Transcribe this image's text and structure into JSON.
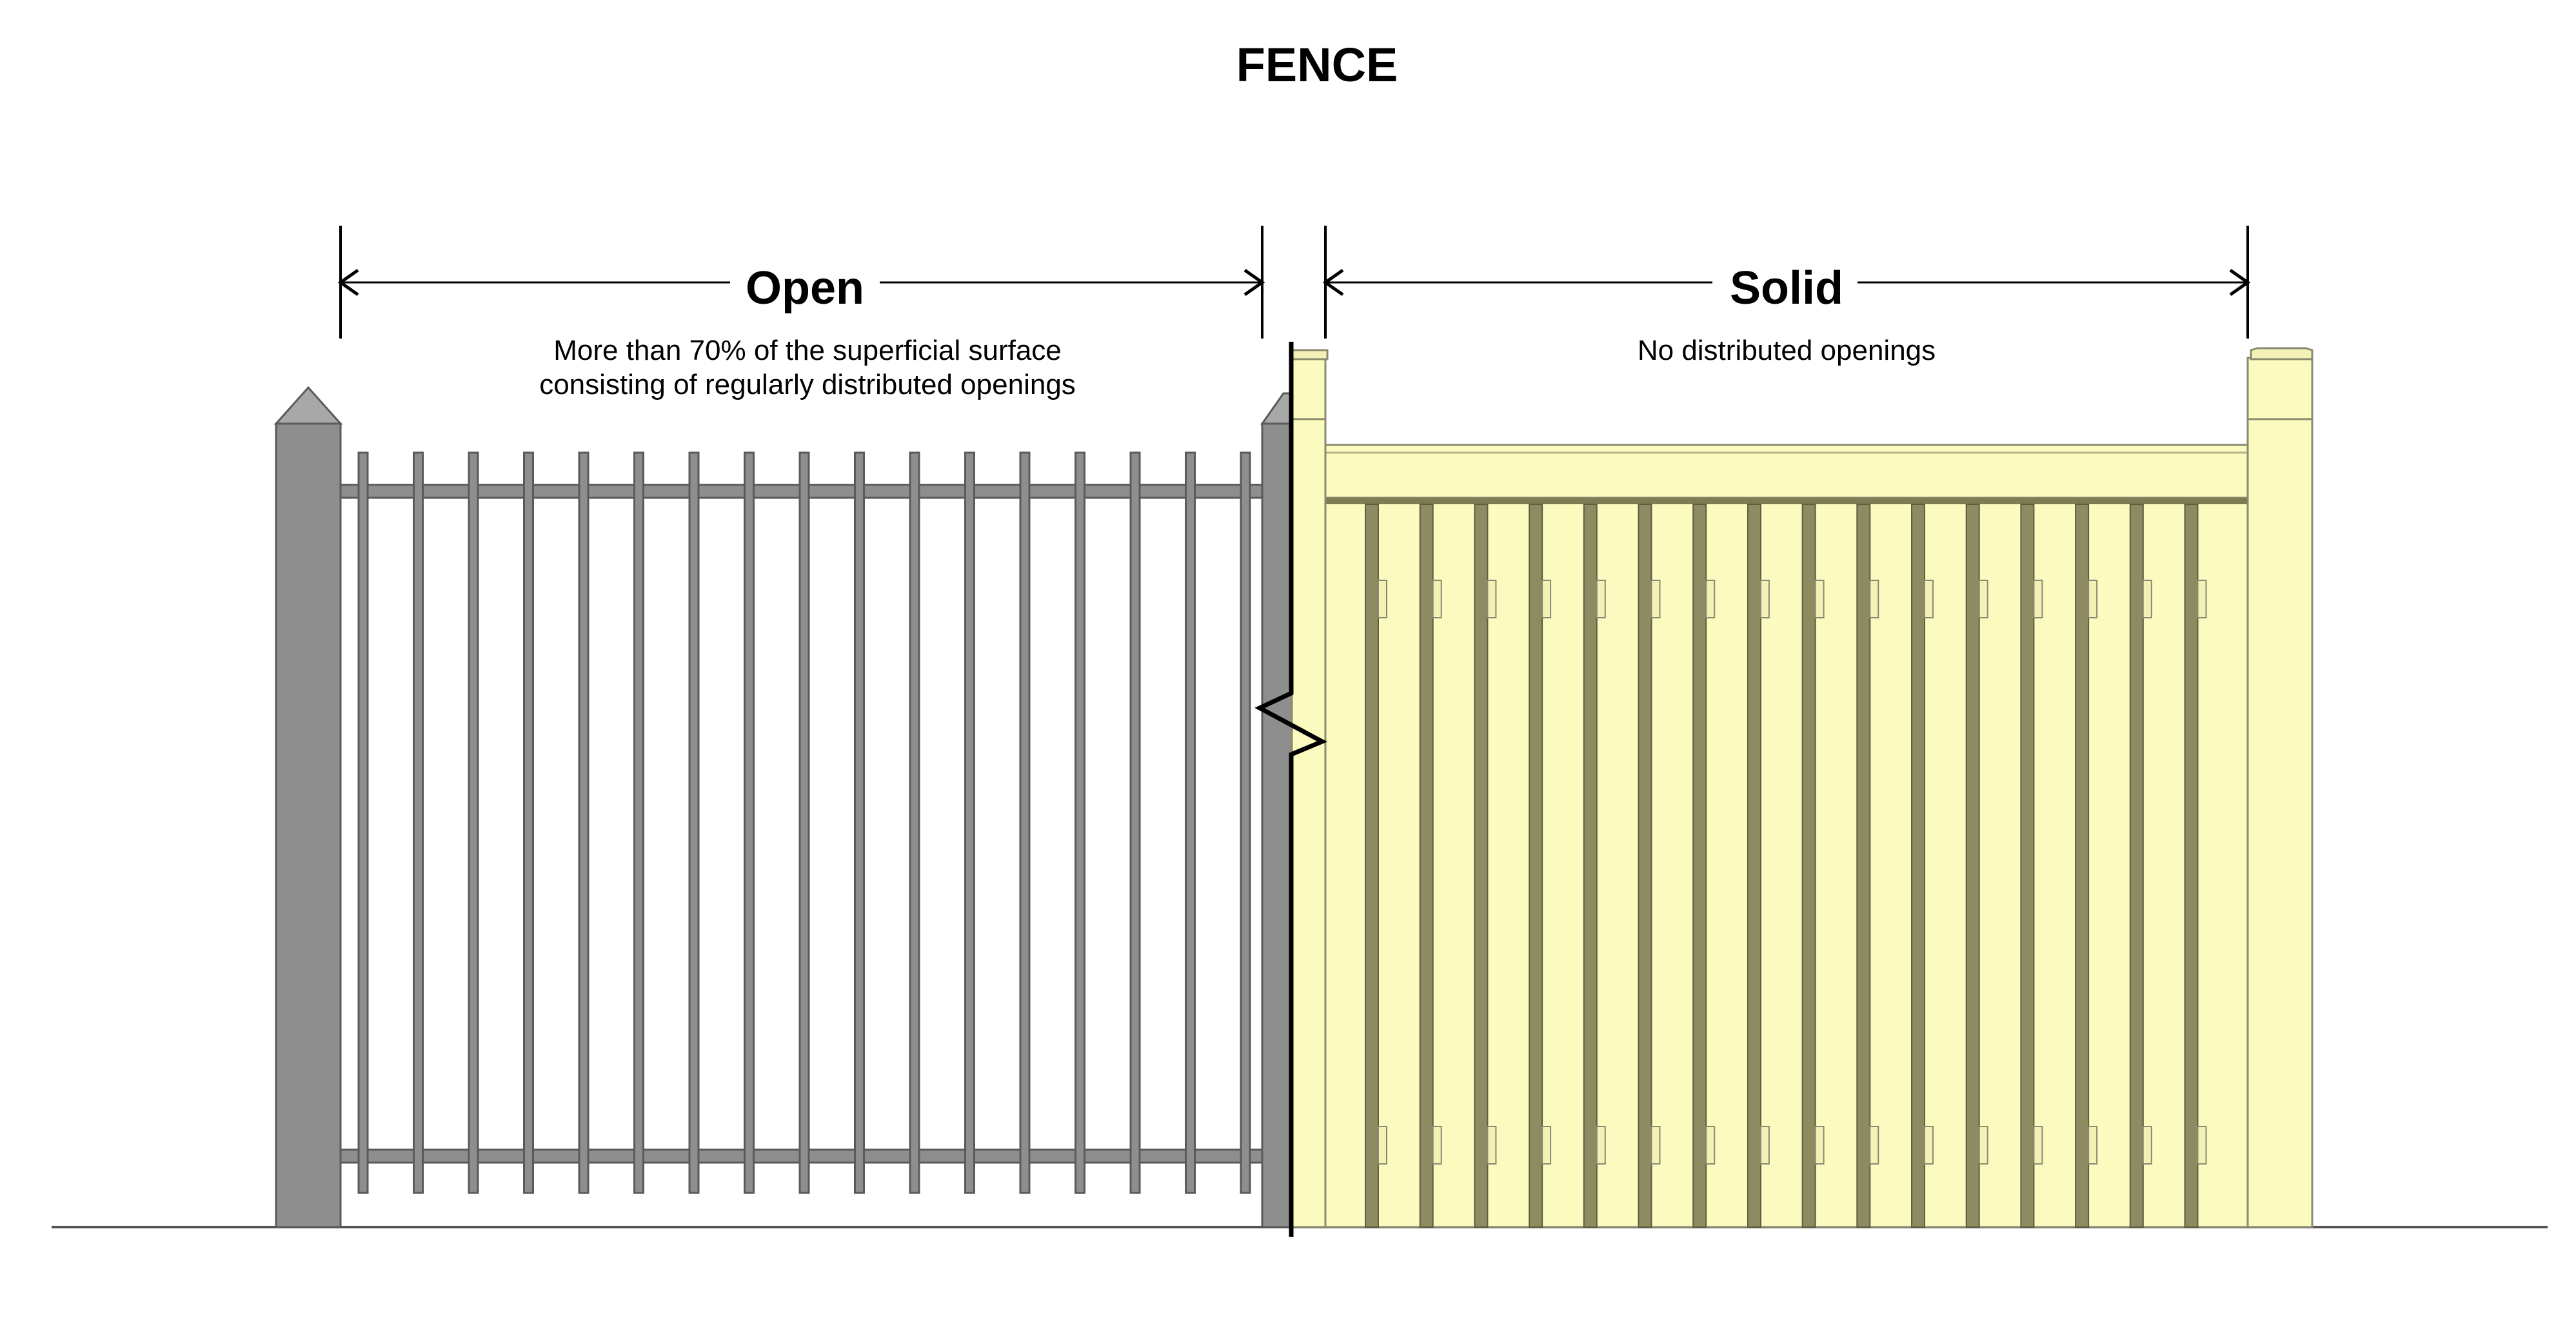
{
  "title": "FENCE",
  "sections": {
    "open": {
      "label": "Open",
      "description_line1": "More than 70% of the superficial surface",
      "description_line2": "consisting of regularly distributed openings"
    },
    "solid": {
      "label": "Solid",
      "description": "No distributed openings"
    }
  },
  "colors": {
    "open_fence": "#8e8e8e",
    "solid_fence": "#fbfabf",
    "outline": "#000000"
  }
}
